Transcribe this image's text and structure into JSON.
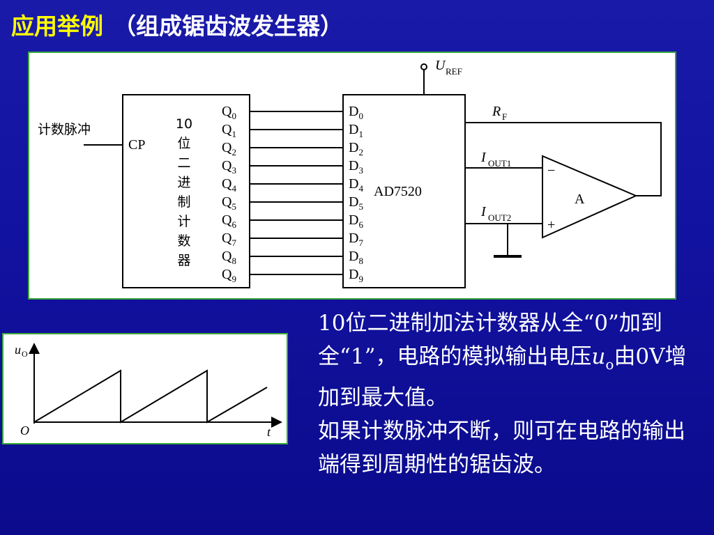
{
  "title": {
    "main": "应用举例",
    "paren": "（组成锯齿波发生器）"
  },
  "circuit": {
    "input_label": "计数脉冲",
    "cp_label": "CP",
    "counter_label": [
      "10",
      "位",
      "二",
      "进",
      "制",
      "计",
      "数",
      "器"
    ],
    "q_prefix": "Q",
    "d_prefix": "D",
    "indices": [
      "0",
      "1",
      "2",
      "3",
      "4",
      "5",
      "6",
      "7",
      "8",
      "9"
    ],
    "dac_label": "AD7520",
    "vref_main": "U",
    "vref_sub": "REF",
    "rf_main": "R",
    "rf_sub": "F",
    "iout1_main": "I",
    "iout1_sub": "OUT1",
    "iout2_main": "I",
    "iout2_sub": "OUT2",
    "minus": "−",
    "plus": "+",
    "amp_label": "A"
  },
  "waveform": {
    "y_main": "u",
    "y_sub": "O",
    "origin": "O",
    "x_label": "t"
  },
  "description": {
    "p1_a": "10位二进制加法计数器从全“0”加到全“1”，电路的模拟输出电压",
    "p1_sym": "u",
    "p1_sub": "o",
    "p1_b": "由0V增加到最大值。",
    "p2": "如果计数脉冲不断，则可在电路的输出端得到周期性的锯齿波。"
  }
}
